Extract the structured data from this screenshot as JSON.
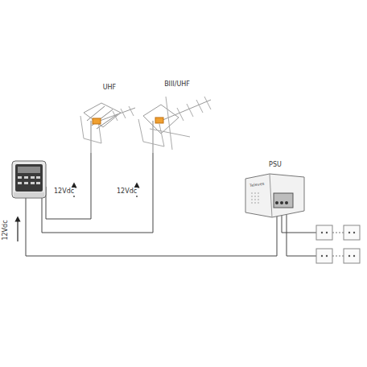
{
  "diagram": {
    "nodes": [
      {
        "text": [
          "UHF"
        ]
      },
      {
        "text": [
          "BIII/UHF"
        ]
      },
      {
        "text": [
          "PSU"
        ]
      }
    ],
    "labels": [
      "12Vdc",
      "12Vdc",
      "12Vdc",
      "Televes"
    ]
  }
}
